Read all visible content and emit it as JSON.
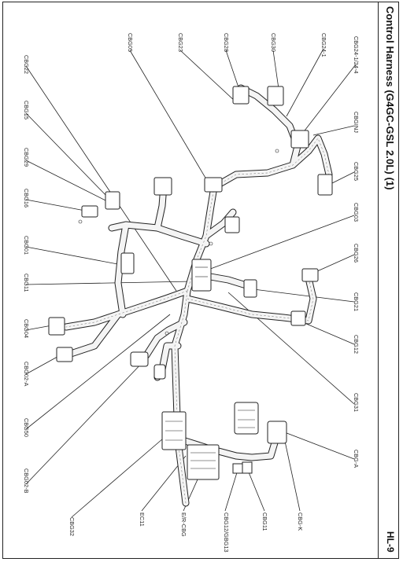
{
  "header": {
    "title": "Control Harness (G4GC-GSL 2.0L) (1)",
    "page_code": "HL-9"
  },
  "connectors": {
    "right_column": [
      {
        "id": "CBG24-1/24-4"
      },
      {
        "id": "CBG24-1"
      },
      {
        "id": "CBG30"
      },
      {
        "id": "CBG28"
      },
      {
        "id": "CBG23"
      },
      {
        "id": "CBG05"
      },
      {
        "id": "CBGINJ"
      },
      {
        "id": "CBG25"
      },
      {
        "id": "CBG03"
      },
      {
        "id": "CBG26"
      },
      {
        "id": "CBG21"
      },
      {
        "id": "CBG12"
      },
      {
        "id": "CBG31"
      },
      {
        "id": "CBG-A"
      },
      {
        "id": "CBG-K"
      },
      {
        "id": "CBG11"
      },
      {
        "id": "CBG12/GBG13"
      },
      {
        "id": "E/R-CBG"
      },
      {
        "id": "EC11"
      },
      {
        "id": "CBG32"
      }
    ],
    "left_column": [
      {
        "id": "CBG22"
      },
      {
        "id": "CBG15"
      },
      {
        "id": "CBG29"
      },
      {
        "id": "CBG16"
      },
      {
        "id": "CBG01"
      },
      {
        "id": "CBG11"
      },
      {
        "id": "CBG04"
      },
      {
        "id": "CBG02-A"
      },
      {
        "id": "CBG50"
      },
      {
        "id": "CBG02-B"
      }
    ]
  },
  "colors": {
    "line": "#222222",
    "harness_fill": "#f4f4f4",
    "background": "#ffffff"
  }
}
